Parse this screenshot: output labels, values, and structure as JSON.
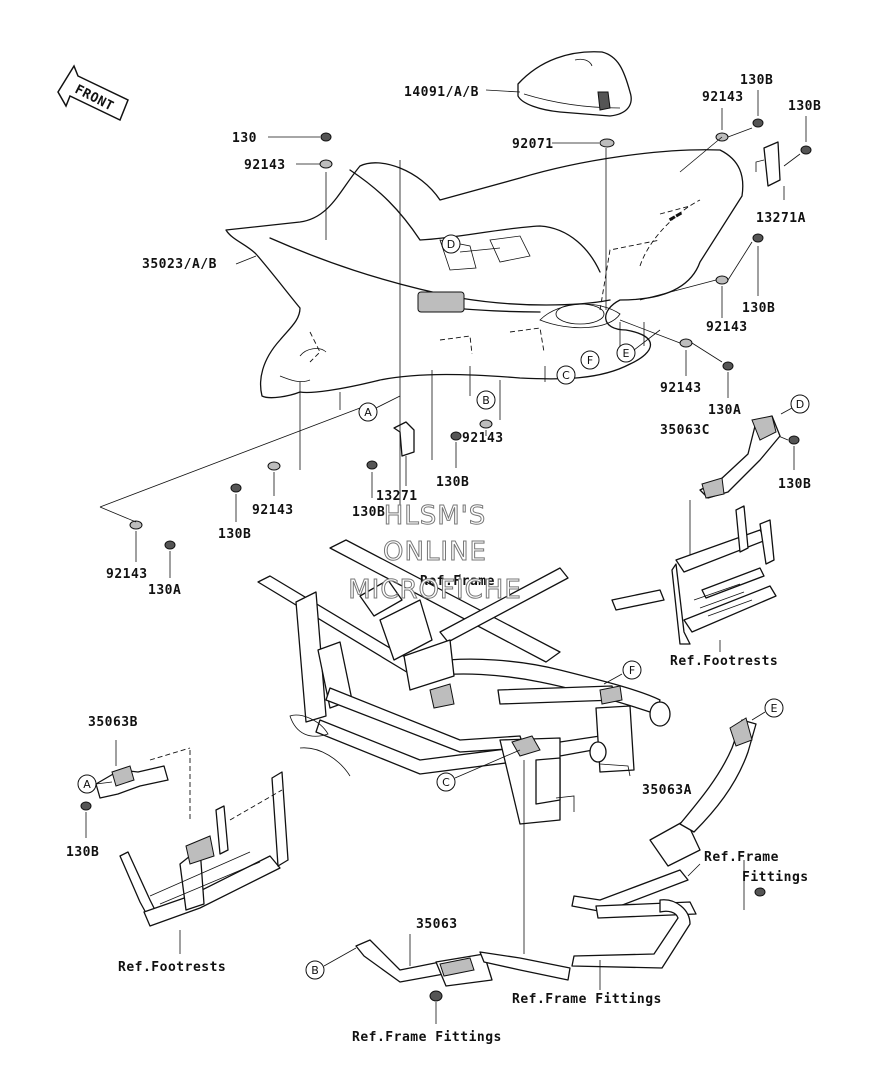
{
  "front_label": "FRONT",
  "watermark": [
    "HLSM'S",
    "ONLINE",
    "MICROFICHE"
  ],
  "part_labels": {
    "p14091": "14091/A/B",
    "p130_top": "130",
    "p92143_top_left": "92143",
    "p92071": "92071",
    "p92143_top_right": "92143",
    "p130b_top_1": "130B",
    "p130b_top_2": "130B",
    "p13271a": "13271A",
    "p35023": "35023/A/B",
    "p130b_right": "130B",
    "p92143_right": "92143",
    "p92143_right_2": "92143",
    "p130a_right": "130A",
    "p35063c": "35063C",
    "p130b_35063c": "130B",
    "p13271": "13271",
    "p130b_mid": "130B",
    "p92143_mid": "92143",
    "p130b_mid_2": "130B",
    "p130b_left": "130B",
    "p92143_left": "92143",
    "p92143_bl": "92143",
    "p130a_bl": "130A",
    "p35063b": "35063B",
    "p130b_35063b": "130B",
    "p35063a": "35063A",
    "p35063": "35063"
  },
  "references": {
    "ref_frame": "Ref.Frame",
    "ref_footrests_right": "Ref.Footrests",
    "ref_footrests_left": "Ref.Footrests",
    "ref_frame_fittings_a_1": "Ref.Frame",
    "ref_frame_fittings_a_2": "Fittings",
    "ref_frame_fittings_mid": "Ref.Frame Fittings",
    "ref_frame_fittings_bottom": "Ref.Frame Fittings"
  },
  "callouts": {
    "a1": "A",
    "b1": "B",
    "c1": "C",
    "d1": "D",
    "e1": "E",
    "f1": "F",
    "a2": "A",
    "b2": "B",
    "c2": "C",
    "d2": "D",
    "e2": "E",
    "f2": "F"
  }
}
